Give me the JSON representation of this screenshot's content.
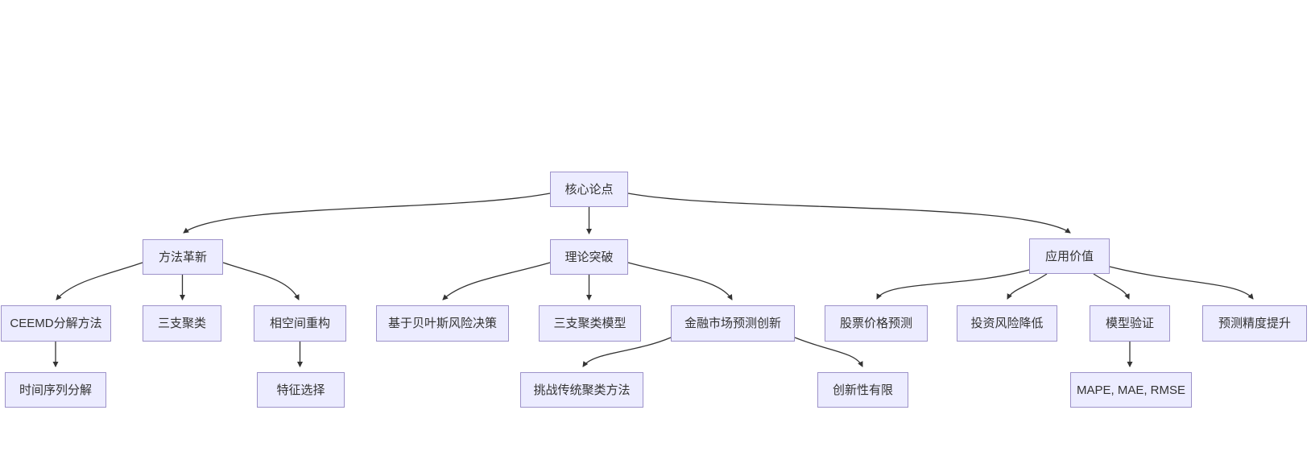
{
  "page": {
    "background_color": "#ffffff"
  },
  "diagram": {
    "type": "flowchart",
    "direction": "top-down",
    "colors": {
      "node_fill": "#ECECFF",
      "node_border": "#9d92c9",
      "node_text": "#333333",
      "edge": "#333333"
    },
    "nodes": [
      {
        "id": "root",
        "label": "核心论点"
      },
      {
        "id": "method",
        "label": "方法革新"
      },
      {
        "id": "theory",
        "label": "理论突破"
      },
      {
        "id": "application",
        "label": "应用价值"
      },
      {
        "id": "ceemd",
        "label": "CEEMD分解方法"
      },
      {
        "id": "three-way",
        "label": "三支聚类"
      },
      {
        "id": "phase-space",
        "label": "相空间重构"
      },
      {
        "id": "bayes",
        "label": "基于贝叶斯风险决策"
      },
      {
        "id": "three-way-model",
        "label": "三支聚类模型"
      },
      {
        "id": "finance",
        "label": "金融市场预测创新"
      },
      {
        "id": "stock",
        "label": "股票价格预测"
      },
      {
        "id": "risk",
        "label": "投资风险降低"
      },
      {
        "id": "validation",
        "label": "模型验证"
      },
      {
        "id": "accuracy",
        "label": "预测精度提升"
      },
      {
        "id": "ts-decomp",
        "label": "时间序列分解"
      },
      {
        "id": "feature",
        "label": "特征选择"
      },
      {
        "id": "challenge",
        "label": "挑战传统聚类方法"
      },
      {
        "id": "limited",
        "label": "创新性有限"
      },
      {
        "id": "metrics",
        "label": "MAPE, MAE, RMSE"
      }
    ],
    "edges": [
      {
        "from": "root",
        "to": "method"
      },
      {
        "from": "root",
        "to": "theory"
      },
      {
        "from": "root",
        "to": "application"
      },
      {
        "from": "method",
        "to": "ceemd"
      },
      {
        "from": "method",
        "to": "three-way"
      },
      {
        "from": "method",
        "to": "phase-space"
      },
      {
        "from": "theory",
        "to": "bayes"
      },
      {
        "from": "theory",
        "to": "three-way-model"
      },
      {
        "from": "theory",
        "to": "finance"
      },
      {
        "from": "finance",
        "to": "challenge"
      },
      {
        "from": "finance",
        "to": "limited"
      },
      {
        "from": "application",
        "to": "stock"
      },
      {
        "from": "application",
        "to": "risk"
      },
      {
        "from": "application",
        "to": "validation"
      },
      {
        "from": "application",
        "to": "accuracy"
      },
      {
        "from": "ceemd",
        "to": "ts-decomp"
      },
      {
        "from": "phase-space",
        "to": "feature"
      },
      {
        "from": "validation",
        "to": "metrics"
      }
    ]
  }
}
